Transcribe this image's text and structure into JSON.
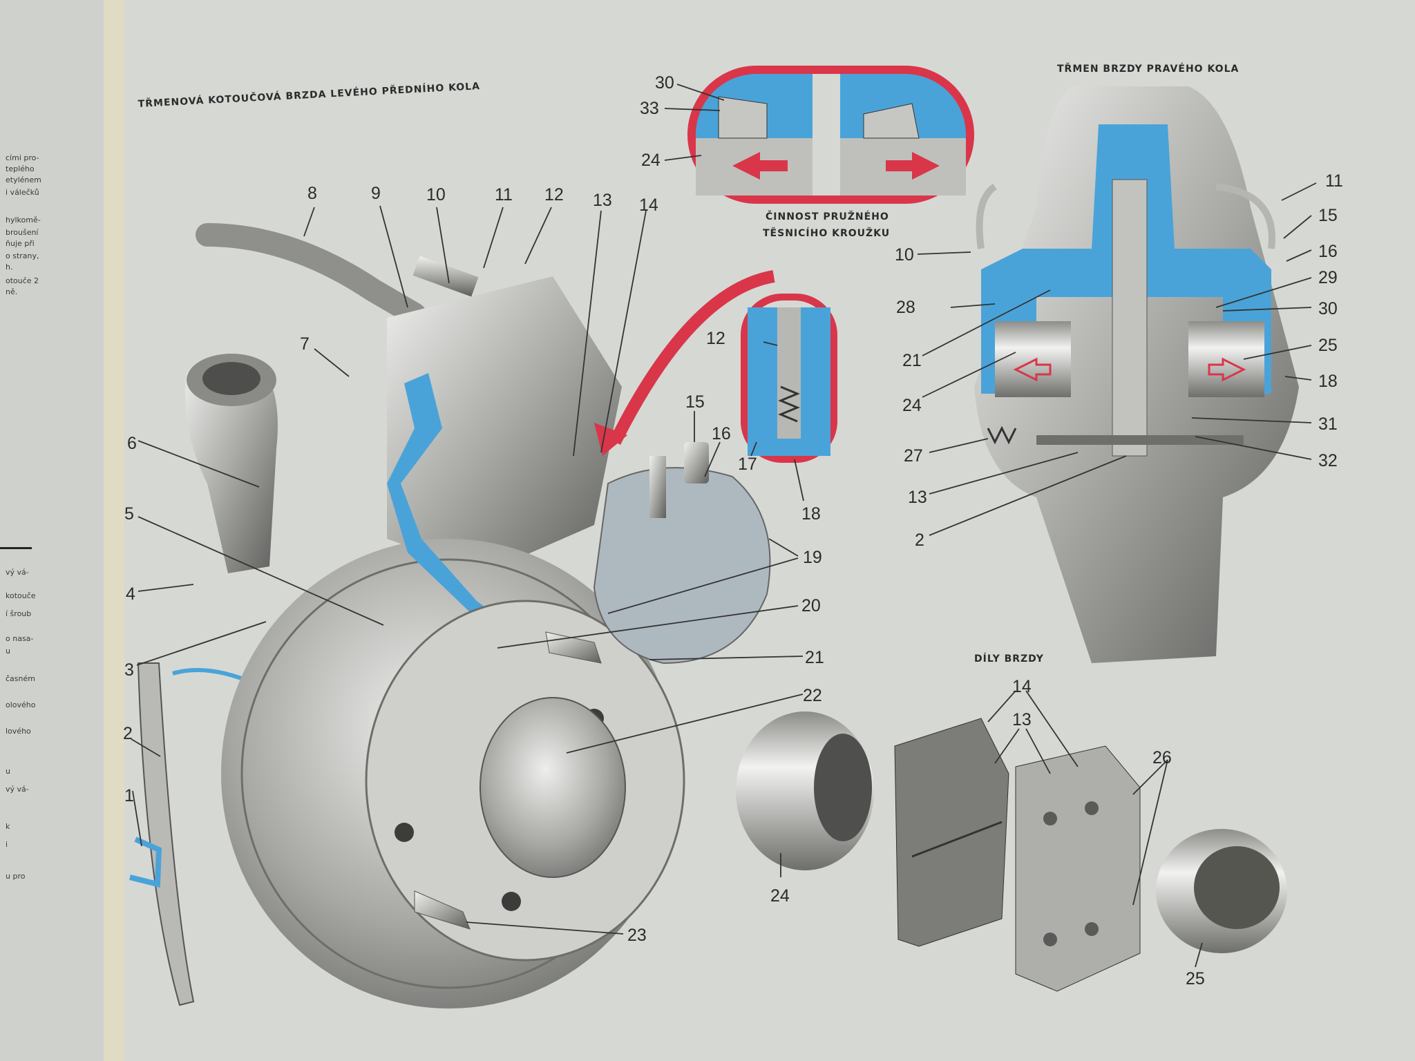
{
  "titles": {
    "main": "TŘMENOVÁ KOTOUČOVÁ BRZDA LEVÉHO PŘEDNÍHO KOLA",
    "right_caliper": "TŘMEN BRZDY PRAVÉHO KOLA",
    "seal_1": "ČINNOST PRUŽNÉHO",
    "seal_2": "TĚSNICÍHO KROUŽKU",
    "parts": "DÍLY BRZDY"
  },
  "margin_text": [
    "cími pro-",
    "teplého",
    "etylénem",
    "i válečků",
    "hylkomě-",
    "broušení",
    "ňuje při",
    "o strany,",
    "h.",
    "otouče 2",
    "ně.",
    "vý vá-",
    "kotouče",
    "í šroub",
    "o nasa-",
    "u",
    "časném",
    "olového",
    "lového",
    "u",
    "vý vá-",
    "k",
    "i",
    "u   pro"
  ],
  "labels": {
    "main": [
      {
        "id": "1",
        "t": "1"
      },
      {
        "id": "2",
        "t": "2"
      },
      {
        "id": "3",
        "t": "3"
      },
      {
        "id": "4",
        "t": "4"
      },
      {
        "id": "5",
        "t": "5"
      },
      {
        "id": "6",
        "t": "6"
      },
      {
        "id": "7",
        "t": "7"
      },
      {
        "id": "8",
        "t": "8"
      },
      {
        "id": "9",
        "t": "9"
      },
      {
        "id": "10",
        "t": "10"
      },
      {
        "id": "11",
        "t": "11"
      },
      {
        "id": "12",
        "t": "12"
      },
      {
        "id": "13",
        "t": "13"
      },
      {
        "id": "14",
        "t": "14"
      },
      {
        "id": "15",
        "t": "15"
      },
      {
        "id": "16",
        "t": "16"
      },
      {
        "id": "17",
        "t": "17"
      },
      {
        "id": "18",
        "t": "18"
      },
      {
        "id": "19",
        "t": "19"
      },
      {
        "id": "20",
        "t": "20"
      },
      {
        "id": "21",
        "t": "21"
      },
      {
        "id": "22",
        "t": "22"
      },
      {
        "id": "23",
        "t": "23"
      },
      {
        "id": "24",
        "t": "24"
      },
      {
        "id": "25",
        "t": "25"
      },
      {
        "id": "26",
        "t": "26"
      }
    ],
    "inset": [
      {
        "t": "12"
      },
      {
        "t": "17"
      },
      {
        "t": "18"
      }
    ],
    "seal": [
      {
        "t": "30"
      },
      {
        "t": "33"
      },
      {
        "t": "24"
      }
    ],
    "right_left": [
      {
        "t": "10"
      },
      {
        "t": "28"
      },
      {
        "t": "21"
      },
      {
        "t": "24"
      },
      {
        "t": "27"
      },
      {
        "t": "13"
      },
      {
        "t": "2"
      }
    ],
    "right_right": [
      {
        "t": "11"
      },
      {
        "t": "15"
      },
      {
        "t": "16"
      },
      {
        "t": "29"
      },
      {
        "t": "30"
      },
      {
        "t": "25"
      },
      {
        "t": "18"
      },
      {
        "t": "31"
      },
      {
        "t": "32"
      }
    ],
    "parts": [
      {
        "t": "14"
      },
      {
        "t": "13"
      },
      {
        "t": "26"
      },
      {
        "t": "24"
      },
      {
        "t": "25"
      }
    ]
  },
  "colors": {
    "page": "#d6d8d4",
    "blue": "#4aa3d8",
    "red": "#d9364a",
    "metal": "#a9aaa6"
  }
}
